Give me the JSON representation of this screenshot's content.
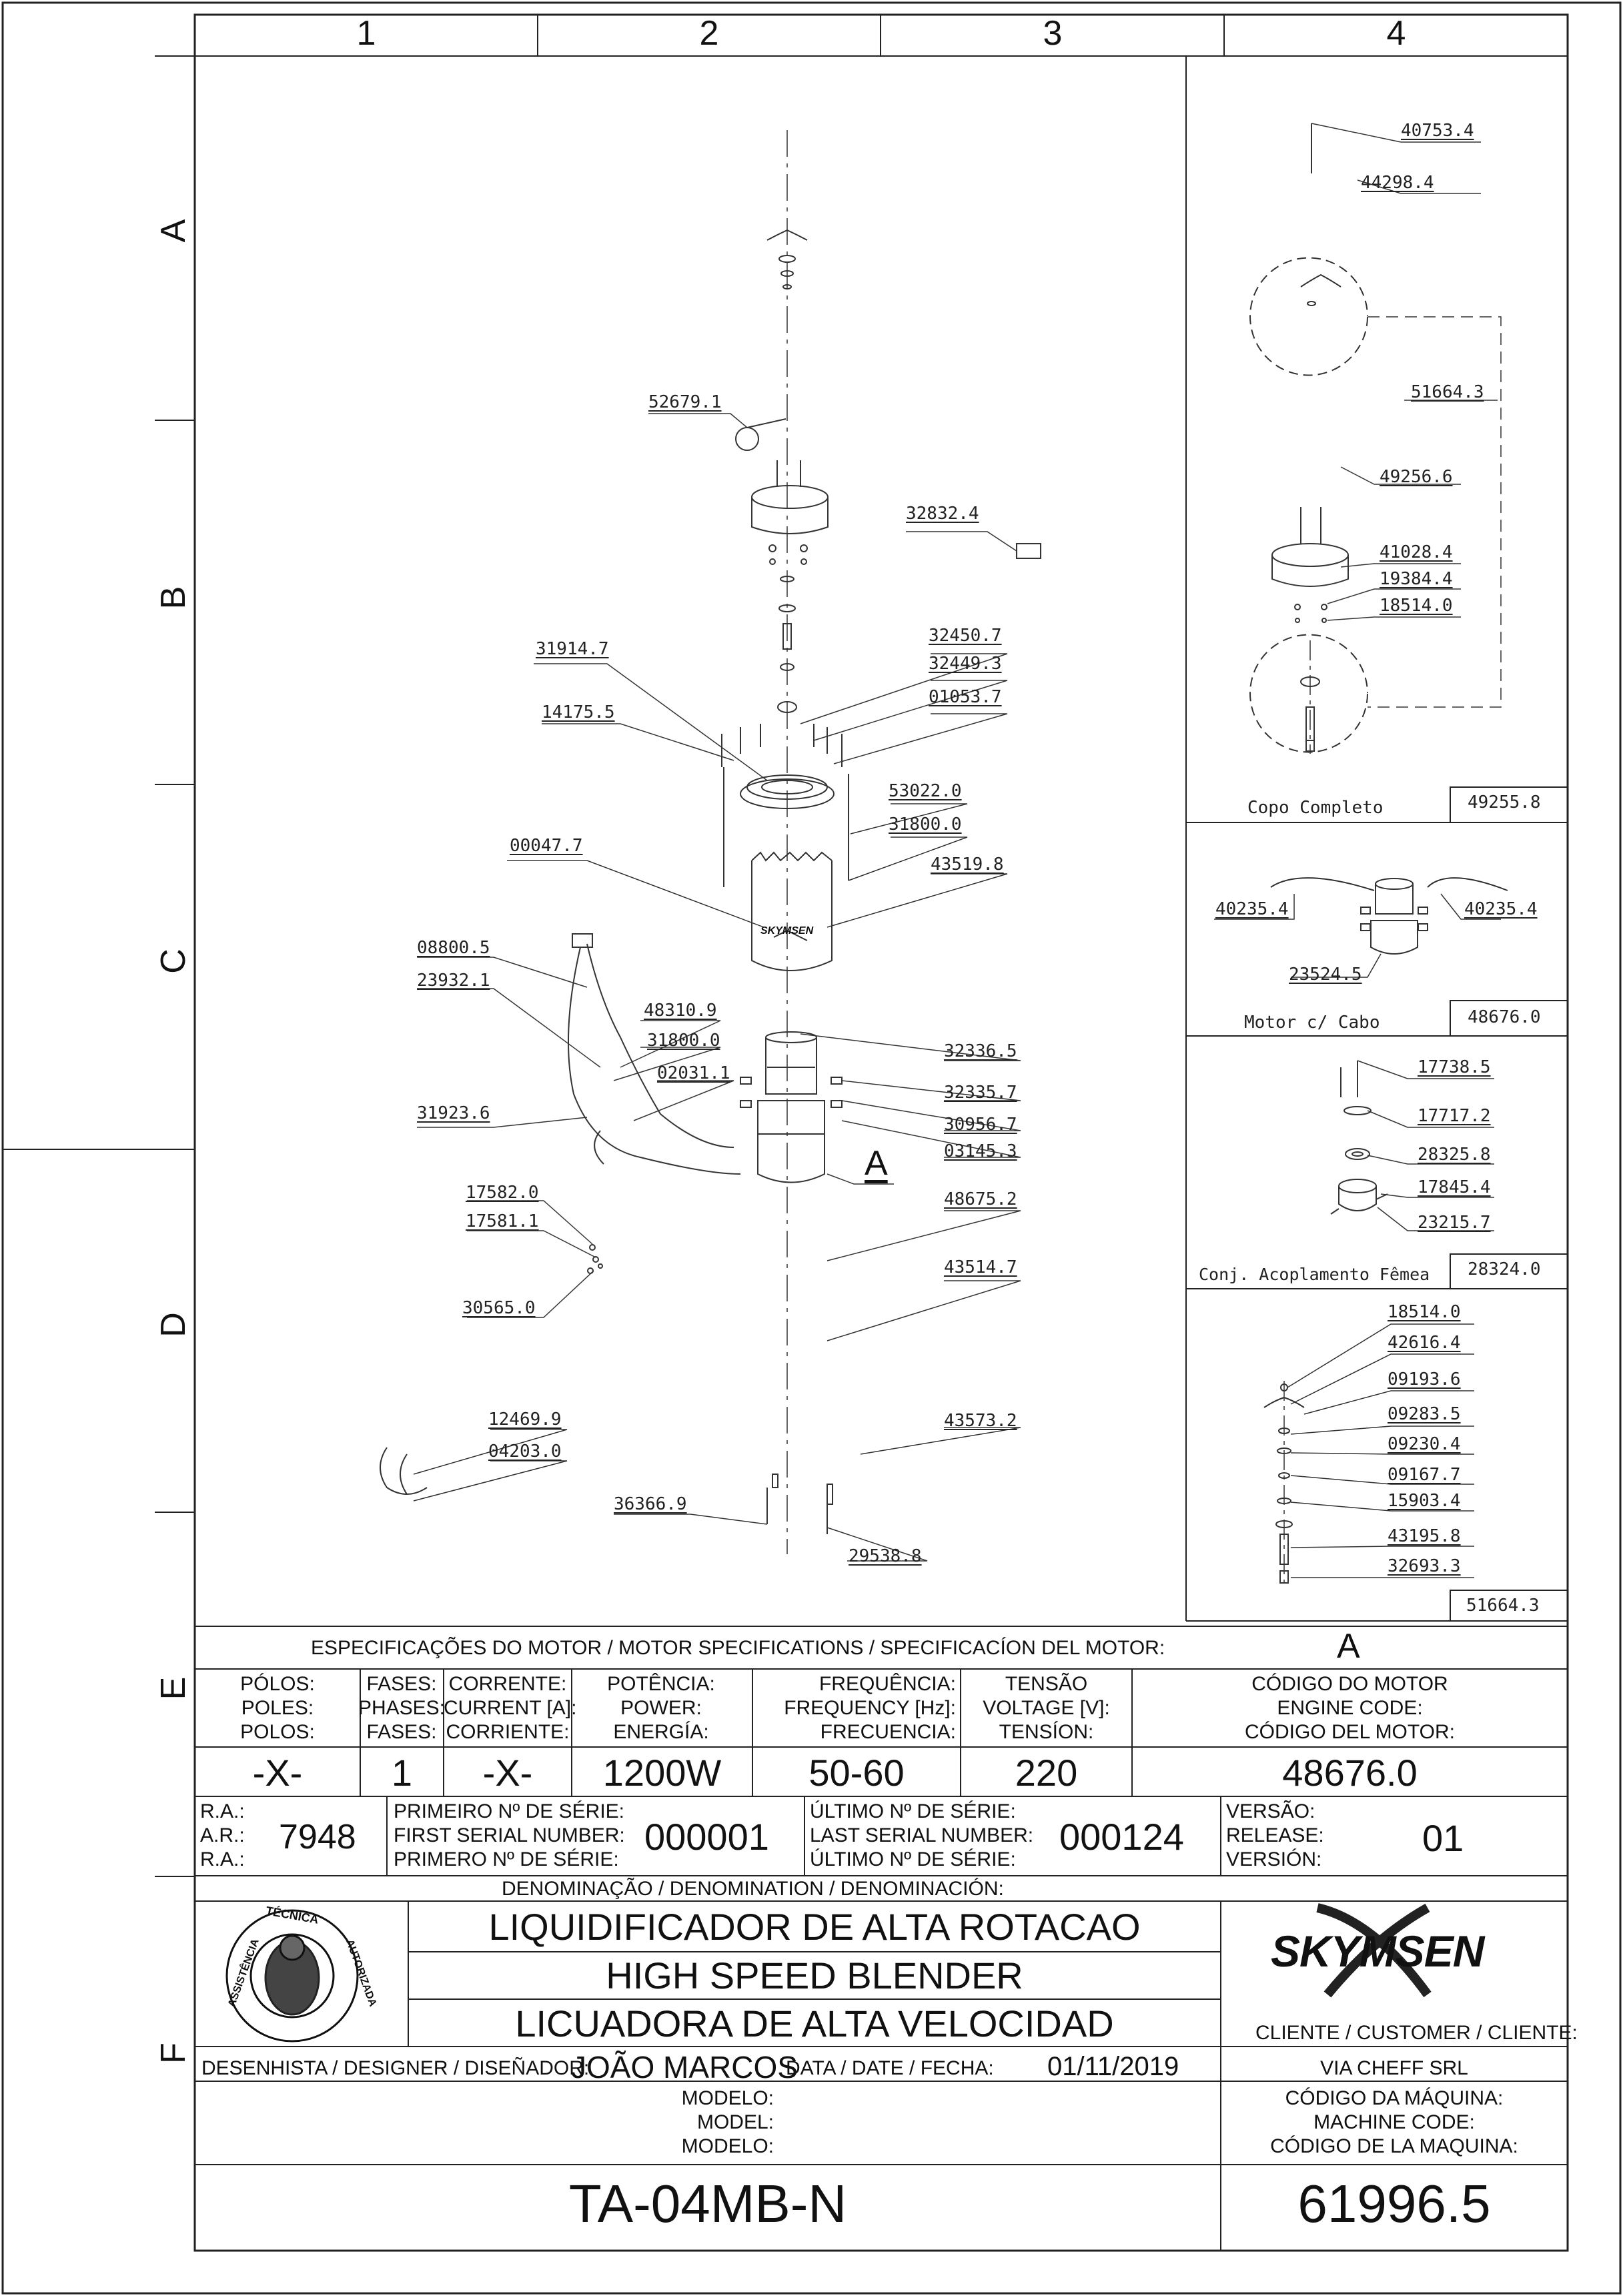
{
  "grid": {
    "columns": [
      "1",
      "2",
      "3",
      "4"
    ],
    "rows": [
      "A",
      "B",
      "C",
      "D",
      "E",
      "F"
    ]
  },
  "parts": [
    "40753.4",
    "44298.4",
    "51664.3",
    "49256.6",
    "41028.4",
    "19384.4",
    "18514.0",
    "52679.1",
    "32832.4",
    "31914.7",
    "32450.7",
    "32449.3",
    "01053.7",
    "14175.5",
    "53022.0",
    "31800.0",
    "00047.7",
    "43519.8",
    "08800.5",
    "23932.1",
    "48310.9",
    "31800.0",
    "02031.1",
    "31923.6",
    "32336.5",
    "32335.7",
    "30956.7",
    "03145.3",
    "48675.2",
    "17582.0",
    "17581.1",
    "43514.7",
    "30565.0",
    "12469.9",
    "04203.0",
    "43573.2",
    "36366.9",
    "29538.8",
    "40235.4",
    "40235.4",
    "23524.5",
    "17738.5",
    "17717.2",
    "28325.8",
    "17845.4",
    "23215.7",
    "18514.0",
    "42616.4",
    "09193.6",
    "09283.5",
    "09230.4",
    "09167.7",
    "15903.4",
    "43195.8",
    "32693.3",
    "51664.3"
  ],
  "ref_letter": "A",
  "callout_A": "A",
  "assemblies": [
    {
      "caption": "Copo Completo",
      "code": "49255.8"
    },
    {
      "caption": "Motor c/ Cabo",
      "code": "48676.0"
    },
    {
      "caption": "Conj. Acoplamento Fêmea",
      "code": "28324.0"
    }
  ],
  "motor_brand": "SKYMSEN",
  "motor_spec": {
    "title": "ESPECIFICAÇÕES DO MOTOR / MOTOR SPECIFICATIONS / SPECIFICACÍON DEL MOTOR:",
    "code_letter": "A",
    "headers": [
      [
        "PÓLOS:",
        "POLES:",
        "POLOS:"
      ],
      [
        "FASES:",
        "PHASES:",
        "FASES:"
      ],
      [
        "CORRENTE:",
        "CURRENT [A]:",
        "CORRIENTE:"
      ],
      [
        "POTÊNCIA:",
        "POWER:",
        "ENERGÍA:"
      ],
      [
        "FREQUÊNCIA:",
        "FREQUENCY [Hz]:",
        "FRECUENCIA:"
      ],
      [
        "TENSÃO",
        "VOLTAGE [V]:",
        "TENSÍON:"
      ],
      [
        "CÓDIGO DO MOTOR",
        "ENGINE CODE:",
        "CÓDIGO DEL MOTOR:"
      ]
    ],
    "values": [
      "-X-",
      "1",
      "-X-",
      "1200W",
      "50-60",
      "220",
      "48676.0"
    ]
  },
  "serials": {
    "ra_labels": [
      "R.A.:",
      "A.R.:",
      "R.A.:"
    ],
    "ra_value": "7948",
    "first_labels": [
      "PRIMEIRO Nº DE SÉRIE:",
      "FIRST SERIAL NUMBER:",
      "PRIMERO Nº DE SÉRIE:"
    ],
    "first_value": "000001",
    "last_labels": [
      "ÚLTIMO Nº DE SÉRIE:",
      "LAST SERIAL NUMBER:",
      "ÚLTIMO Nº DE SÉRIE:"
    ],
    "last_value": "000124",
    "version_labels": [
      "VERSÃO:",
      "RELEASE:",
      "VERSIÓN:"
    ],
    "version_value": "01"
  },
  "denomination": {
    "label": "DENOMINAÇÃO / DENOMINATION / DENOMINACIÓN:",
    "lines": [
      "LIQUIDIFICADOR DE ALTA ROTACAO",
      "HIGH SPEED BLENDER",
      "LICUADORA DE ALTA VELOCIDAD"
    ]
  },
  "seal": {
    "top": "TÉCNICA",
    "left": "ASSISTÊNCIA",
    "right": "AUTORIZADA"
  },
  "brand": "SKYMSEN",
  "client": {
    "label": "CLIENTE / CUSTOMER / CLIENTE:",
    "value": "VIA CHEFF SRL"
  },
  "designer": {
    "label": "DESENHISTA / DESIGNER / DISEÑADOR:",
    "value": "JOÃO MARCOS"
  },
  "date": {
    "label": "DATA / DATE / FECHA:",
    "value": "01/11/2019"
  },
  "model": {
    "labels": [
      "MODELO:",
      "MODEL:",
      "MODELO:"
    ],
    "value": "TA-04MB-N"
  },
  "machine_code": {
    "labels": [
      "CÓDIGO DA MÁQUINA:",
      "MACHINE CODE:",
      "CÓDIGO DE LA MAQUINA:"
    ],
    "value": "61996.5"
  },
  "colors": {
    "ink": "#111111",
    "paper": "#ffffff"
  }
}
